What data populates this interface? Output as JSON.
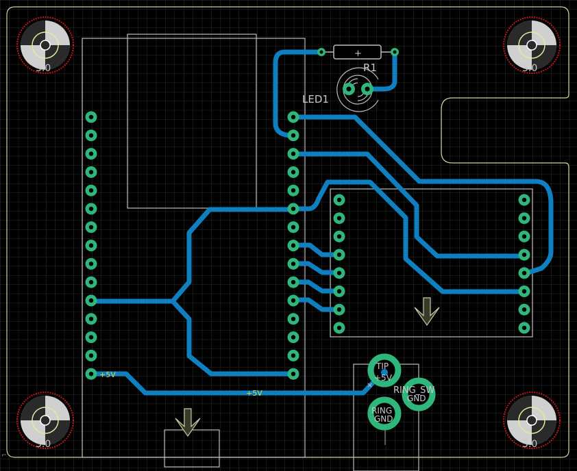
{
  "app": {
    "view": "PCB layout editor - board canvas",
    "colors": {
      "background": "#000000",
      "grid": "#2c2c2c",
      "trace": "#0e7fbf",
      "pad": "#2fb67a",
      "silkscreen": "#c8c8c8",
      "outline": "#d4d4a0",
      "mounting_ring": "#c01818"
    }
  },
  "board": {
    "labels": {
      "mount_tl": "3.0",
      "mount_tr": "3.0",
      "mount_bl": "3.0",
      "mount_br": "3.0"
    }
  },
  "components": {
    "resistor": {
      "ref": "R1",
      "plus_mark": "+"
    },
    "led": {
      "ref": "LED1"
    },
    "jack": {
      "tip": "TIP",
      "tip_net": "+5V",
      "ring_sw": "RING_SW",
      "ring_sw_net": "GND",
      "ring": "RING",
      "ring_net": "GND"
    }
  },
  "nets": {
    "left_pad_label": "+5V",
    "trace_label": "+5V"
  }
}
